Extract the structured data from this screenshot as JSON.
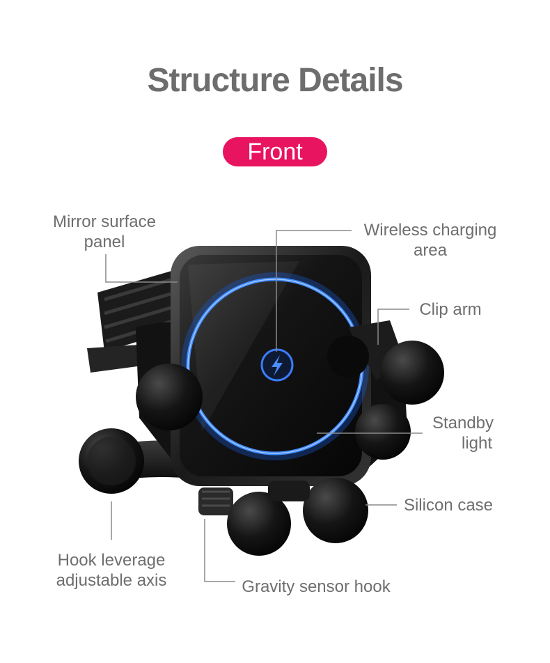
{
  "header": {
    "title": "Structure Details",
    "view_tag": "Front"
  },
  "labels": {
    "mirror_surface_panel": {
      "line1": "Mirror surface",
      "line2": "panel"
    },
    "wireless_charging_area": {
      "line1": "Wireless charging",
      "line2": "area"
    },
    "clip_arm": "Clip arm",
    "standby_light": {
      "line1": "Standby",
      "line2": "light"
    },
    "silicon_case": "Silicon case",
    "hook_leverage": {
      "line1": "Hook leverage",
      "line2": "adjustable axis"
    },
    "gravity_sensor_hook": "Gravity sensor hook"
  },
  "colors": {
    "accent": "#e8145f",
    "text": "#6e6e6e",
    "ring_glow": "#2e7bff"
  }
}
